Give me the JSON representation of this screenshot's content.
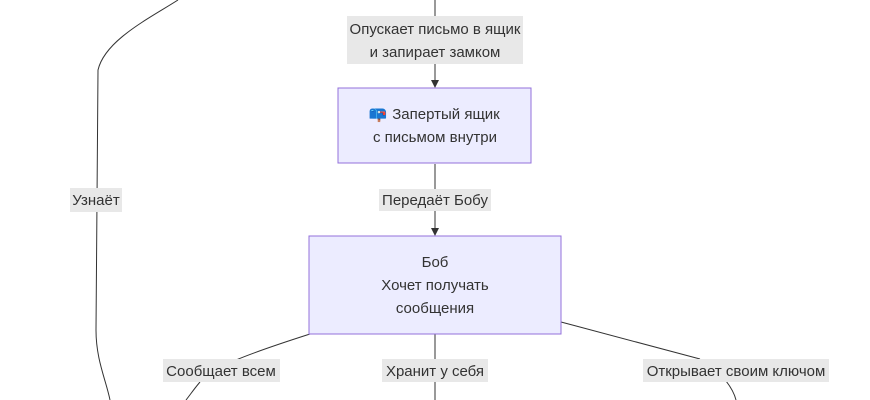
{
  "edge_labels": {
    "drop_lock": [
      "Опускает письмо в ящик",
      "и запирает замком"
    ],
    "learns": "Узнаёт",
    "passes_to_bob": "Передаёт Бобу",
    "tells_everyone": "Сообщает всем",
    "keeps": "Хранит у себя",
    "opens_with_key": "Открывает своим ключом"
  },
  "nodes": {
    "locked_box": {
      "emoji": "📪",
      "lines": [
        "Запертый ящик",
        "с письмом внутри"
      ]
    },
    "bob": {
      "lines": [
        "Боб",
        "Хочет получать",
        "сообщения"
      ]
    }
  },
  "colors": {
    "node_fill": "#ECECFF",
    "node_stroke": "#9370DB",
    "edge": "#333333",
    "label_bg": "#E8E8E8"
  }
}
